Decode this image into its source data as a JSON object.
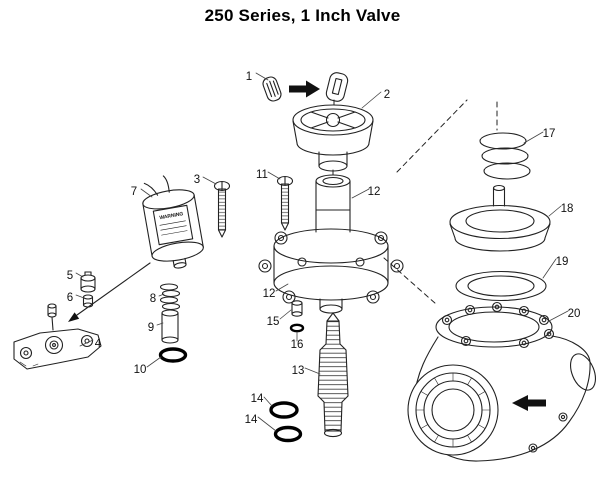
{
  "title": "250 Series, 1 Inch Valve",
  "diagram": {
    "part_labels": [
      "1",
      "2",
      "3",
      "4",
      "5",
      "6",
      "7",
      "8",
      "9",
      "10",
      "11",
      "12",
      "12",
      "13",
      "14",
      "14",
      "15",
      "16",
      "17",
      "18",
      "19",
      "20"
    ],
    "solenoid_warning_text": "WARNING"
  }
}
